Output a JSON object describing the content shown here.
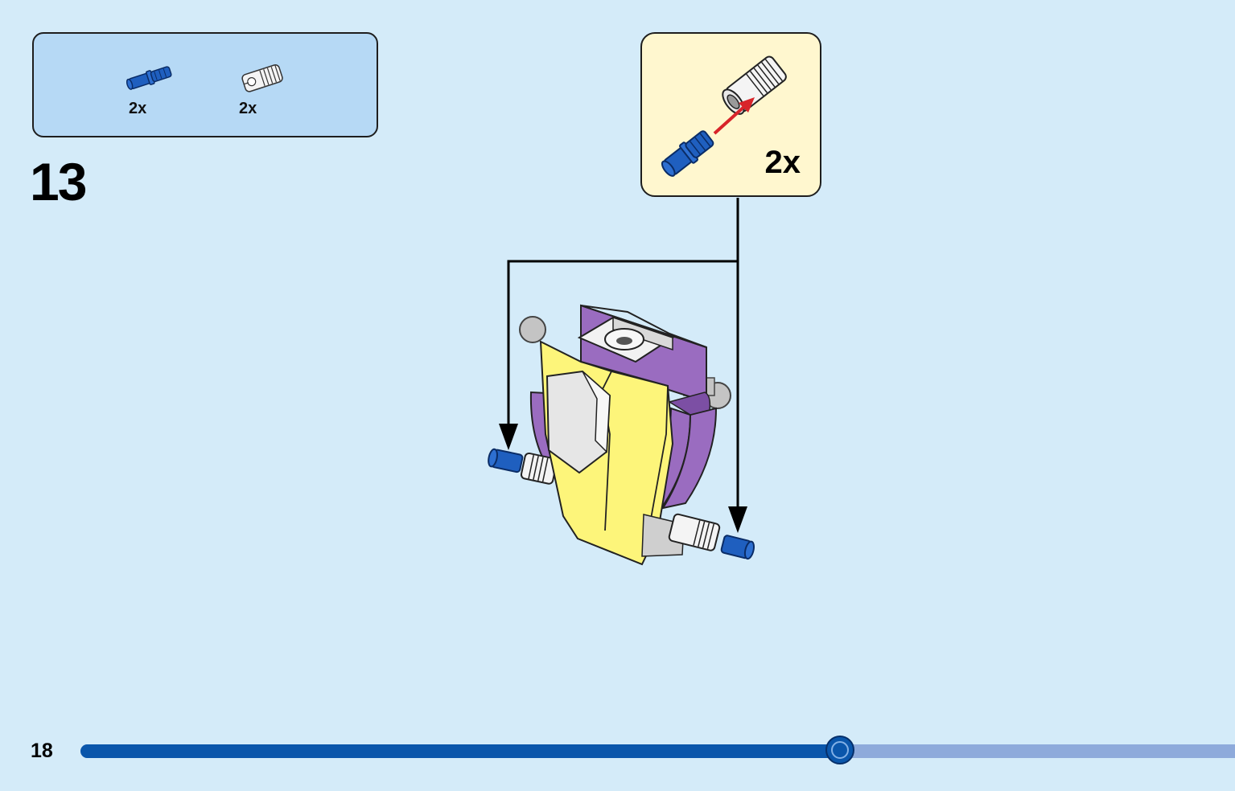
{
  "step": {
    "number": "13"
  },
  "parts_list": {
    "items": [
      {
        "part": "blue-technic-pin",
        "color": "#1f5fbf",
        "quantity": "2x"
      },
      {
        "part": "white-technic-connector",
        "color": "#f2f2f2",
        "quantity": "2x"
      }
    ]
  },
  "sub_assembly": {
    "quantity": "2x",
    "parts": [
      "blue-technic-pin",
      "white-technic-connector"
    ],
    "arrow_color": "#d8242a"
  },
  "model": {
    "colors": {
      "yellow": "#fdf57a",
      "purple": "#9a6cc0",
      "dark_purple": "#7c4fa4",
      "white": "#f2f2f2",
      "light_gray": "#d5d5d5",
      "blue": "#1f5fbf"
    }
  },
  "footer": {
    "page_number": "18",
    "progress": 0.658
  }
}
